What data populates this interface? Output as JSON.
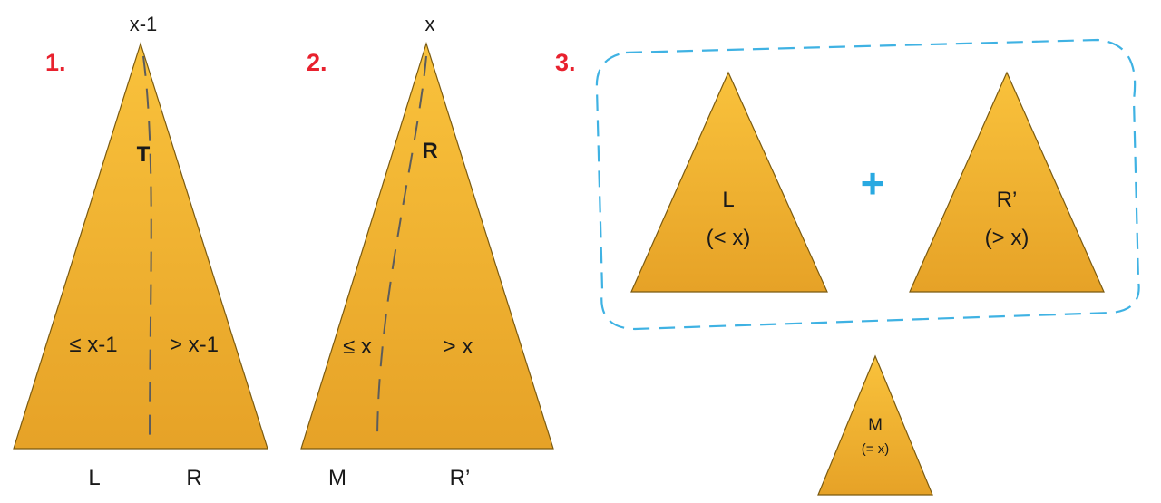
{
  "colors": {
    "triangle_top": "#f9c23c",
    "triangle_bottom": "#e6a227",
    "step_number": "#e8212e",
    "group_border": "#3fb2e3",
    "plus": "#29a9e1",
    "split_line": "#5c5c5c"
  },
  "step1": {
    "number": "1.",
    "apex_label": "x-1",
    "tree_label": "T",
    "left_region": "≤ x-1",
    "right_region": "> x-1",
    "bottom_left": "L",
    "bottom_right": "R"
  },
  "step2": {
    "number": "2.",
    "apex_label": "x",
    "tree_label": "R",
    "left_region": "≤ x",
    "right_region": "> x",
    "bottom_left": "M",
    "bottom_right": "R’"
  },
  "step3": {
    "number": "3.",
    "left_tree": {
      "name": "L",
      "condition": "(< x)"
    },
    "operator": "+",
    "right_tree": {
      "name": "R’",
      "condition": "(> x)"
    },
    "bottom_tree": {
      "name": "M",
      "condition": "(= x)"
    }
  }
}
